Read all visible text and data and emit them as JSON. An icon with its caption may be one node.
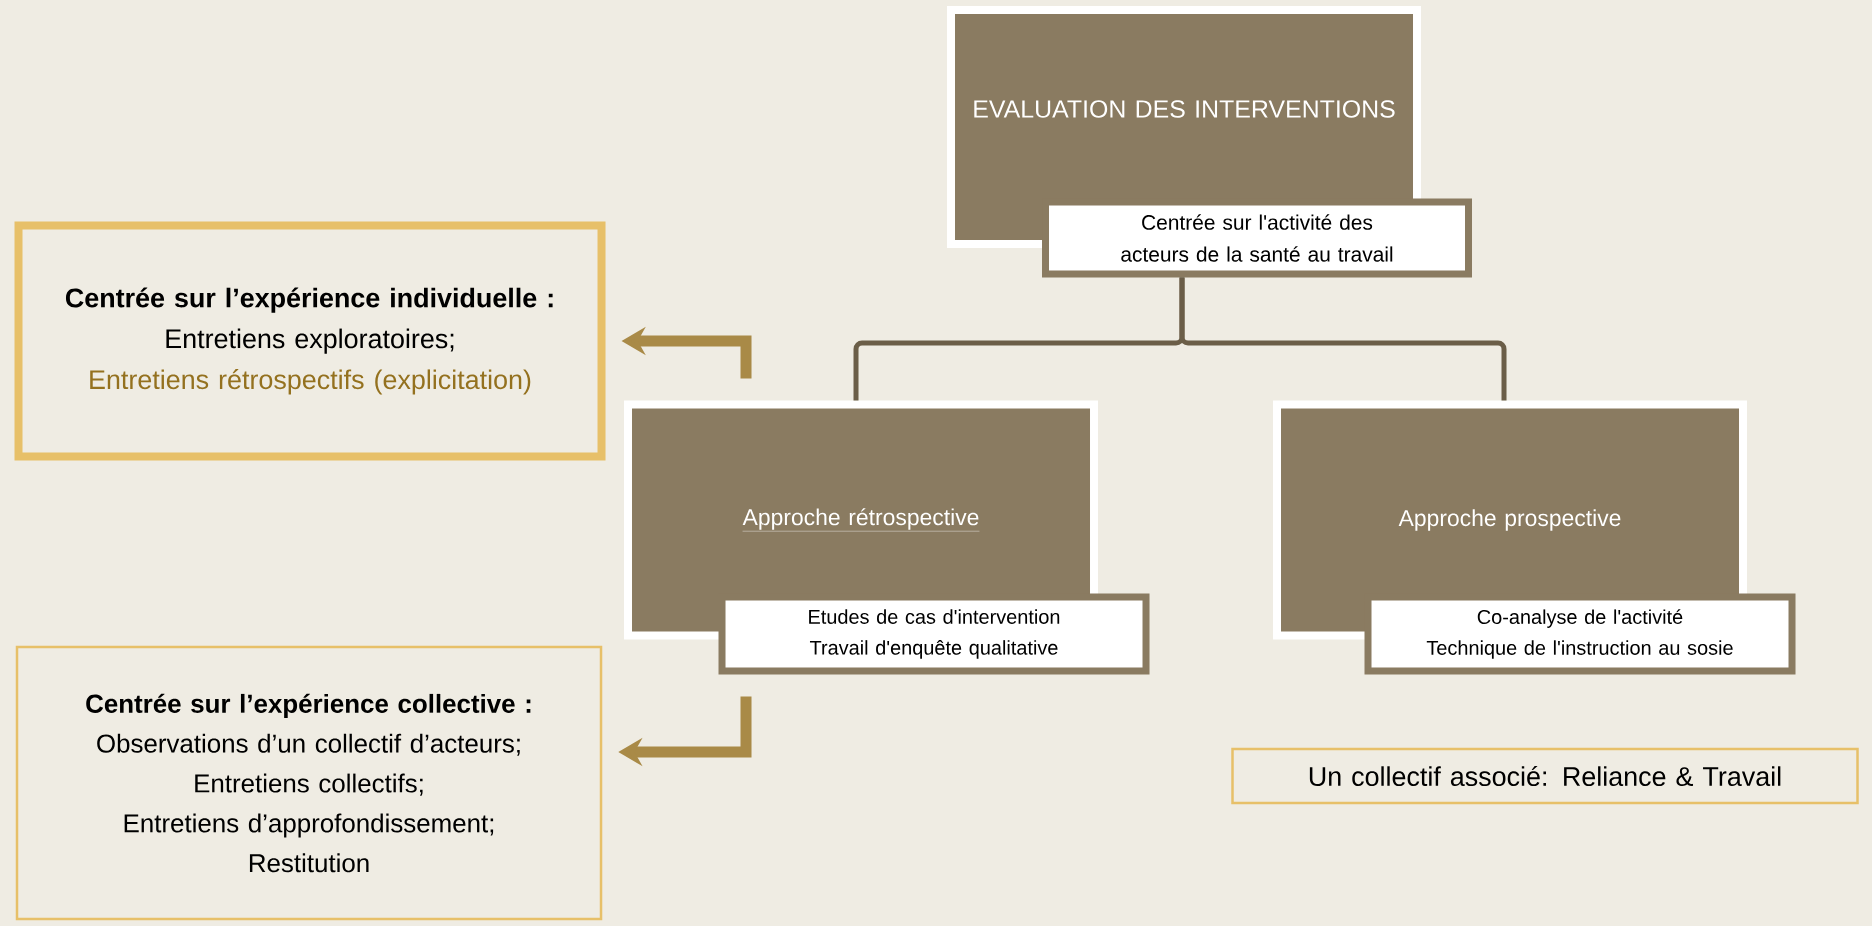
{
  "diagram": {
    "nodes": [
      {
        "text": [
          "EVALUATION DES INTERVENTIONS"
        ]
      },
      {
        "text": [
          "Centrée sur l'activité des acteurs de la santé au travail"
        ]
      },
      {
        "text": [
          "Approche rétrospective"
        ]
      },
      {
        "text": [
          "Etudes de cas d'intervention",
          "Travail d'enquête qualitative"
        ]
      },
      {
        "text": [
          "Approche prospective"
        ]
      },
      {
        "text": [
          "Co-analyse de l'activité",
          "Technique de l'instruction au sosie"
        ]
      },
      {
        "text": [
          "Centrée sur l’expérience individuelle :",
          "Entretiens exploratoires;",
          "Entretiens rétrospectifs (explicitation)"
        ]
      },
      {
        "text": [
          "Centrée sur l’expérience collective :",
          "Observations d’un collectif d’acteurs;",
          "Entretiens collectifs;",
          "Entretiens d’approfondissement;",
          "Restitution"
        ]
      },
      {
        "text": [
          "Un collectif associé: Reliance & Travail"
        ]
      }
    ],
    "edges": [
      {
        "from": 1,
        "to": 2,
        "arrow": "none"
      },
      {
        "from": 1,
        "to": 4,
        "arrow": "none"
      },
      {
        "from": 2,
        "to": 6,
        "arrow": "to",
        "style": "thick",
        "color": "#a98a47"
      },
      {
        "from": 3,
        "to": 7,
        "arrow": "to",
        "style": "thick",
        "color": "#a98a47"
      }
    ]
  }
}
